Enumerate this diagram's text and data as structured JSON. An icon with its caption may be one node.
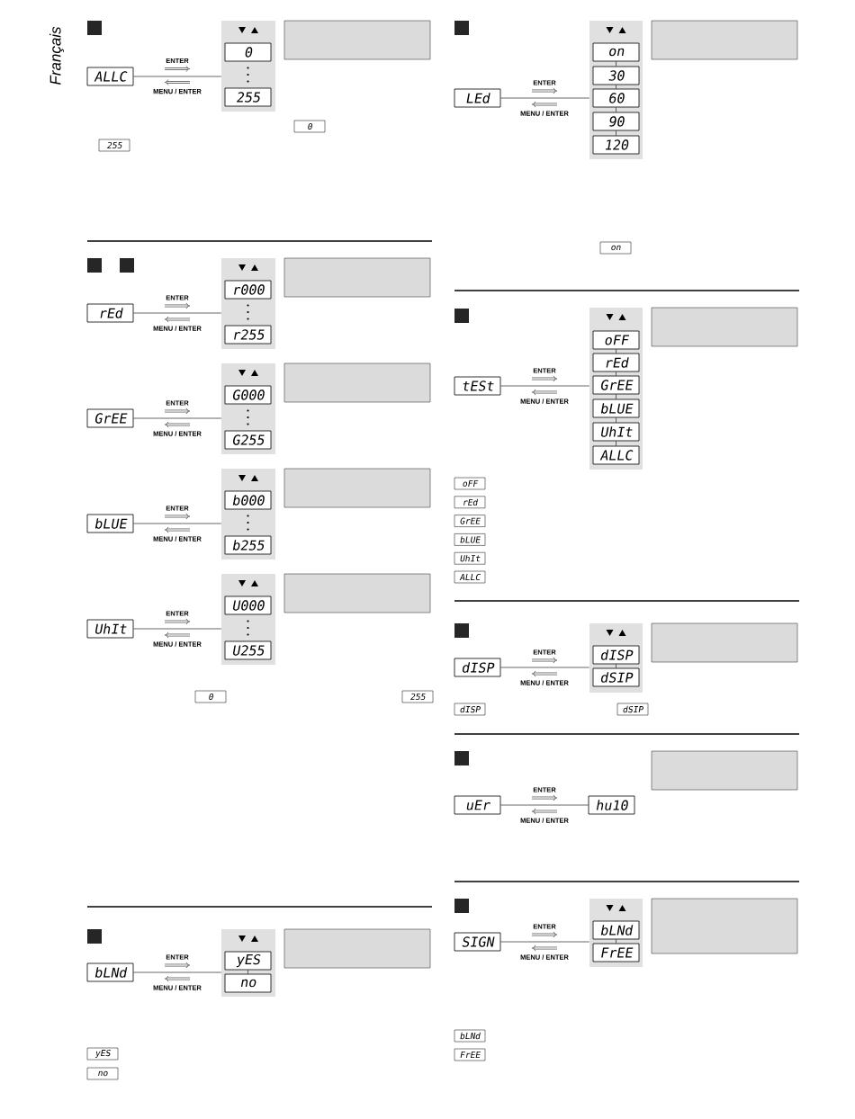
{
  "diagram": {
    "nodes": [
      {
        "text": [
          "ALLC"
        ]
      },
      {
        "text": [],
        "shape": "box"
      },
      {
        "text": [
          "0"
        ],
        "in": 1
      },
      {
        "text": [
          "255"
        ],
        "in": 1
      },
      {
        "text": [],
        "shape": "box"
      },
      {
        "text": [
          "0"
        ]
      },
      {
        "text": [
          "255"
        ]
      },
      {
        "text": [
          "rEd"
        ]
      },
      {
        "text": [],
        "shape": "box"
      },
      {
        "text": [
          "r000"
        ],
        "in": 8
      },
      {
        "text": [
          "r255"
        ],
        "in": 8
      },
      {
        "text": [],
        "shape": "box"
      },
      {
        "text": [
          "GrEE"
        ]
      },
      {
        "text": [],
        "shape": "box"
      },
      {
        "text": [
          "G000"
        ],
        "in": 13
      },
      {
        "text": [
          "G255"
        ],
        "in": 13
      },
      {
        "text": [],
        "shape": "box"
      },
      {
        "text": [
          "bLUE"
        ]
      },
      {
        "text": [],
        "shape": "box"
      },
      {
        "text": [
          "b000"
        ],
        "in": 18
      },
      {
        "text": [
          "b255"
        ],
        "in": 18
      },
      {
        "text": [],
        "shape": "box"
      },
      {
        "text": [
          "UhIt"
        ]
      },
      {
        "text": [],
        "shape": "box"
      },
      {
        "text": [
          "U000"
        ],
        "in": 23
      },
      {
        "text": [
          "U255"
        ],
        "in": 23
      },
      {
        "text": [],
        "shape": "box"
      },
      {
        "text": [
          "0"
        ]
      },
      {
        "text": [
          "255"
        ]
      },
      {
        "text": [
          "bLNd"
        ]
      },
      {
        "text": [],
        "shape": "box"
      },
      {
        "text": [
          "yES"
        ],
        "in": 30
      },
      {
        "text": [
          "no"
        ],
        "in": 30
      },
      {
        "text": [],
        "shape": "box"
      },
      {
        "text": [
          "yES"
        ]
      },
      {
        "text": [
          "no"
        ]
      },
      {
        "text": [
          "LEd"
        ]
      },
      {
        "text": [],
        "shape": "box"
      },
      {
        "text": [
          "on"
        ],
        "in": 37
      },
      {
        "text": [
          "30"
        ],
        "in": 37
      },
      {
        "text": [
          "60"
        ],
        "in": 37
      },
      {
        "text": [
          "90"
        ],
        "in": 37
      },
      {
        "text": [
          "120"
        ],
        "in": 37
      },
      {
        "text": [],
        "shape": "box"
      },
      {
        "text": [
          "on"
        ]
      },
      {
        "text": [
          "tESt"
        ]
      },
      {
        "text": [],
        "shape": "box"
      },
      {
        "text": [
          "oFF"
        ],
        "in": 46
      },
      {
        "text": [
          "rEd"
        ],
        "in": 46
      },
      {
        "text": [
          "GrEE"
        ],
        "in": 46
      },
      {
        "text": [
          "bLUE"
        ],
        "in": 46
      },
      {
        "text": [
          "UhIt"
        ],
        "in": 46
      },
      {
        "text": [
          "ALLC"
        ],
        "in": 46
      },
      {
        "text": [],
        "shape": "box"
      },
      {
        "text": [
          "oFF"
        ]
      },
      {
        "text": [
          "rEd"
        ]
      },
      {
        "text": [
          "GrEE"
        ]
      },
      {
        "text": [
          "bLUE"
        ]
      },
      {
        "text": [
          "UhIt"
        ]
      },
      {
        "text": [
          "ALLC"
        ]
      },
      {
        "text": [
          "dISP"
        ]
      },
      {
        "text": [],
        "shape": "box"
      },
      {
        "text": [
          "dISP"
        ],
        "in": 61
      },
      {
        "text": [
          "dSIP"
        ],
        "in": 61
      },
      {
        "text": [],
        "shape": "box"
      },
      {
        "text": [
          "dISP"
        ]
      },
      {
        "text": [
          "dSIP"
        ]
      },
      {
        "text": [
          "uEr"
        ]
      },
      {
        "text": [
          "hu10"
        ]
      },
      {
        "text": [],
        "shape": "box"
      },
      {
        "text": [
          "SIGN"
        ]
      },
      {
        "text": [],
        "shape": "box"
      },
      {
        "text": [
          "bLNd"
        ],
        "in": 71
      },
      {
        "text": [
          "FrEE"
        ],
        "in": 71
      },
      {
        "text": [],
        "shape": "box"
      },
      {
        "text": [
          "bLNd"
        ]
      },
      {
        "text": [
          "FrEE"
        ]
      }
    ],
    "edges": [
      {
        "from": 0,
        "to": 1,
        "arrow": "none"
      },
      {
        "from": 7,
        "to": 8,
        "arrow": "none"
      },
      {
        "from": 12,
        "to": 13,
        "arrow": "none"
      },
      {
        "from": 17,
        "to": 18,
        "arrow": "none"
      },
      {
        "from": 22,
        "to": 23,
        "arrow": "none"
      },
      {
        "from": 29,
        "to": 30,
        "arrow": "none"
      },
      {
        "from": 31,
        "to": 32,
        "arrow": "none"
      },
      {
        "from": 36,
        "to": 37,
        "arrow": "none"
      },
      {
        "from": 38,
        "to": 39,
        "arrow": "none"
      },
      {
        "from": 39,
        "to": 40,
        "arrow": "none"
      },
      {
        "from": 40,
        "to": 41,
        "arrow": "none"
      },
      {
        "from": 41,
        "to": 42,
        "arrow": "none"
      },
      {
        "from": 45,
        "to": 46,
        "arrow": "none"
      },
      {
        "from": 47,
        "to": 48,
        "arrow": "none"
      },
      {
        "from": 48,
        "to": 49,
        "arrow": "none"
      },
      {
        "from": 49,
        "to": 50,
        "arrow": "none"
      },
      {
        "from": 50,
        "to": 51,
        "arrow": "none"
      },
      {
        "from": 51,
        "to": 52,
        "arrow": "none"
      },
      {
        "from": 60,
        "to": 61,
        "arrow": "none"
      },
      {
        "from": 62,
        "to": 63,
        "arrow": "none"
      },
      {
        "from": 67,
        "to": 68,
        "arrow": "none"
      },
      {
        "from": 70,
        "to": 71,
        "arrow": "none"
      },
      {
        "from": 72,
        "to": 73,
        "arrow": "none"
      }
    ],
    "labels": [
      "Français",
      "ENTER",
      "MENU / ENTER",
      "ENTER",
      "MENU / ENTER",
      "ENTER",
      "MENU / ENTER",
      "ENTER",
      "MENU / ENTER",
      "ENTER",
      "MENU / ENTER",
      "ENTER",
      "MENU / ENTER",
      "ENTER",
      "MENU / ENTER",
      "ENTER",
      "MENU / ENTER",
      "ENTER",
      "MENU / ENTER",
      "ENTER",
      "MENU / ENTER",
      "ENTER",
      "MENU / ENTER"
    ]
  }
}
